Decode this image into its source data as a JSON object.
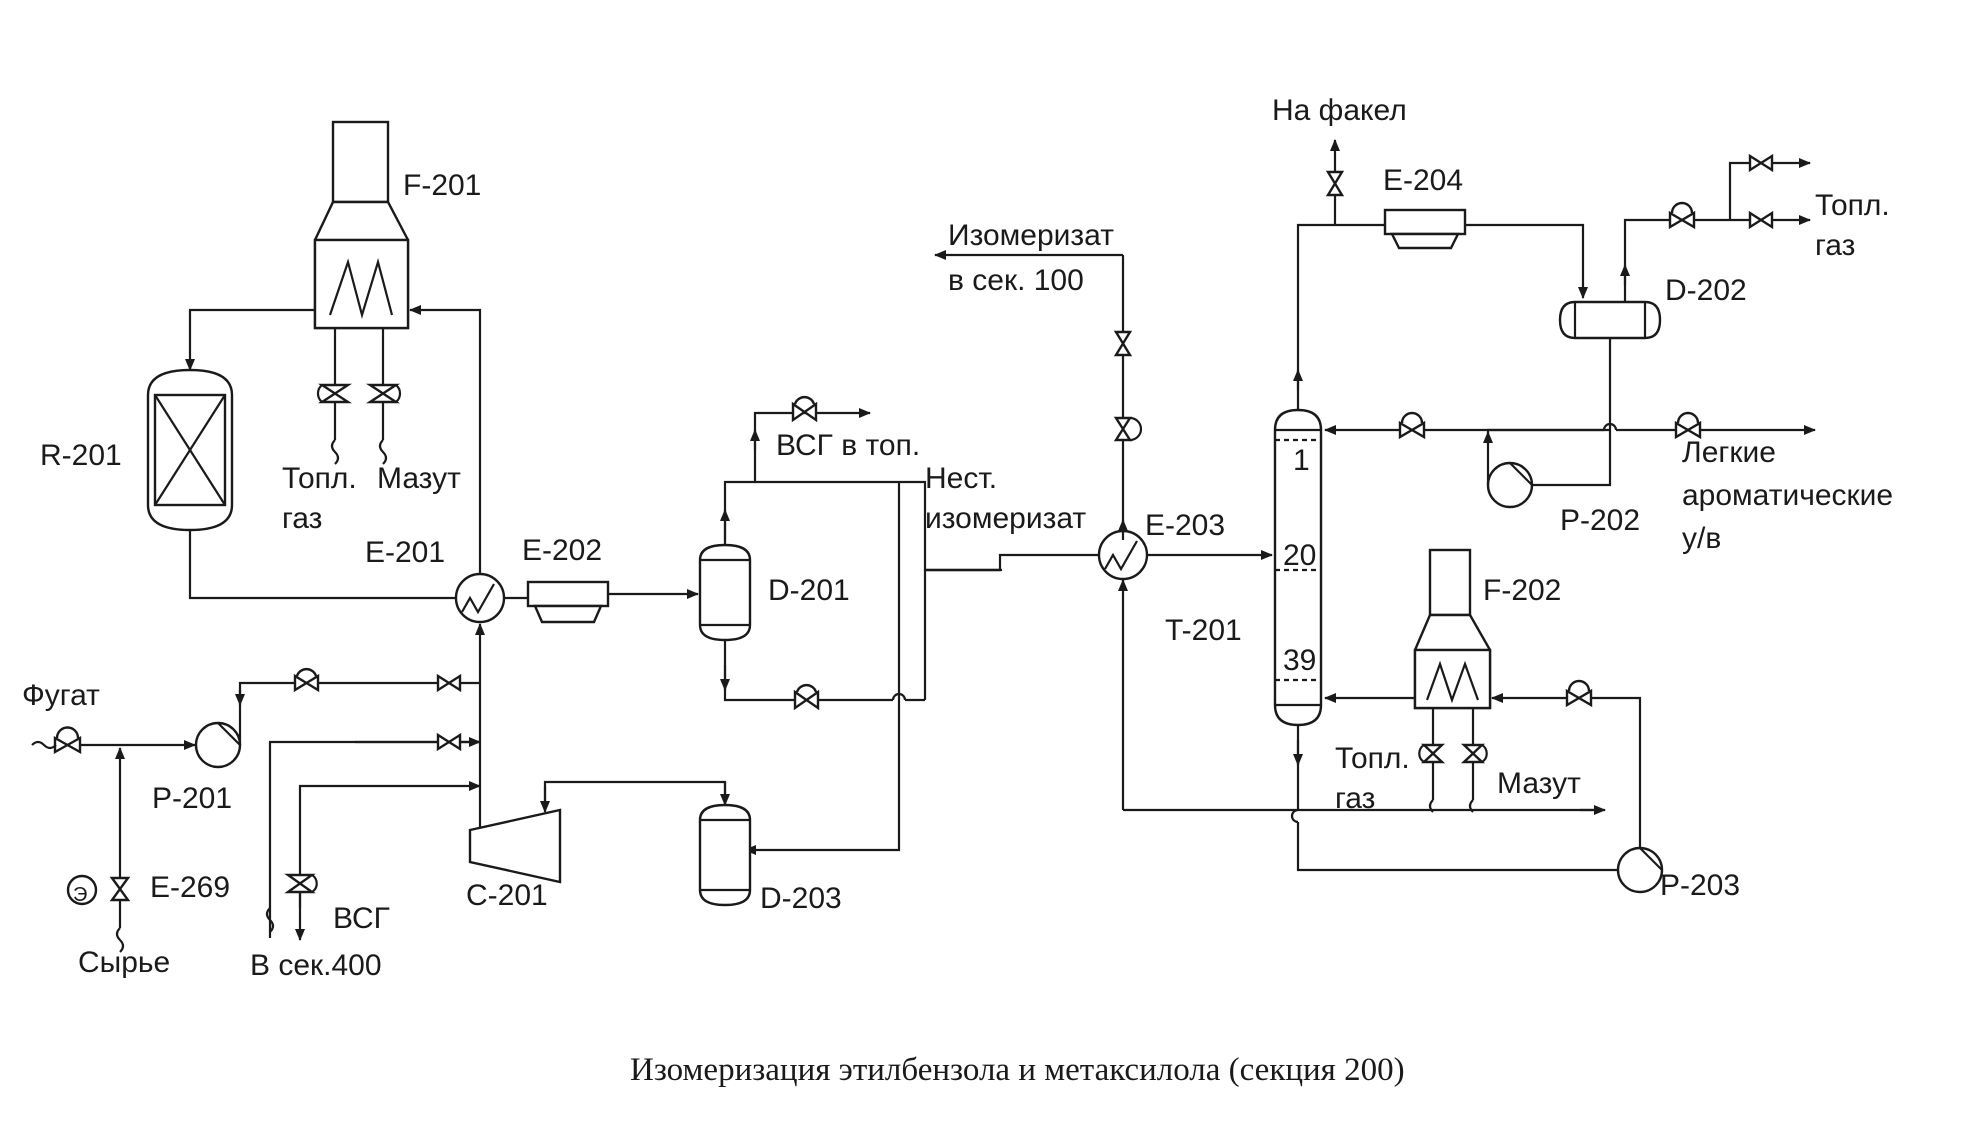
{
  "caption": "Изомеризация этилбензола и метаксилола (секция 200)",
  "equipment": {
    "F201": "F-201",
    "R201": "R-201",
    "E201": "E-201",
    "E202": "E-202",
    "D201": "D-201",
    "P201": "P-201",
    "E269": "E-269",
    "C201": "C-201",
    "D203": "D-203",
    "E203": "E-203",
    "T201": "T-201",
    "E204": "E-204",
    "D202": "D-202",
    "P202": "P-202",
    "F202": "F-202",
    "P203": "P-203"
  },
  "trays": {
    "t1": "1",
    "t20": "20",
    "t39": "39"
  },
  "streams": {
    "fugat": "Фугат",
    "syrie": "Сырье",
    "vsg": "ВСГ",
    "v_sek400": "В сек.400",
    "topl1": "Топл.",
    "gaz1": "газ",
    "mazut1": "Мазут",
    "vsg_v_top": "ВСГ в топ.",
    "nest": "Нест.",
    "izomerizat_lbl": "изомеризат",
    "izomerizat_out1": "Изомеризат",
    "izomerizat_out2": "в сек. 100",
    "na_fakel": "На факел",
    "topl_gaz_out1": "Топл.",
    "topl_gaz_out2": "газ",
    "legkie1": "Легкие",
    "legkie2": "ароматические",
    "legkie3": "у/в",
    "topl2": "Топл.",
    "gaz2": "газ",
    "mazut2": "Мазут",
    "motor_symbol": "Э"
  }
}
